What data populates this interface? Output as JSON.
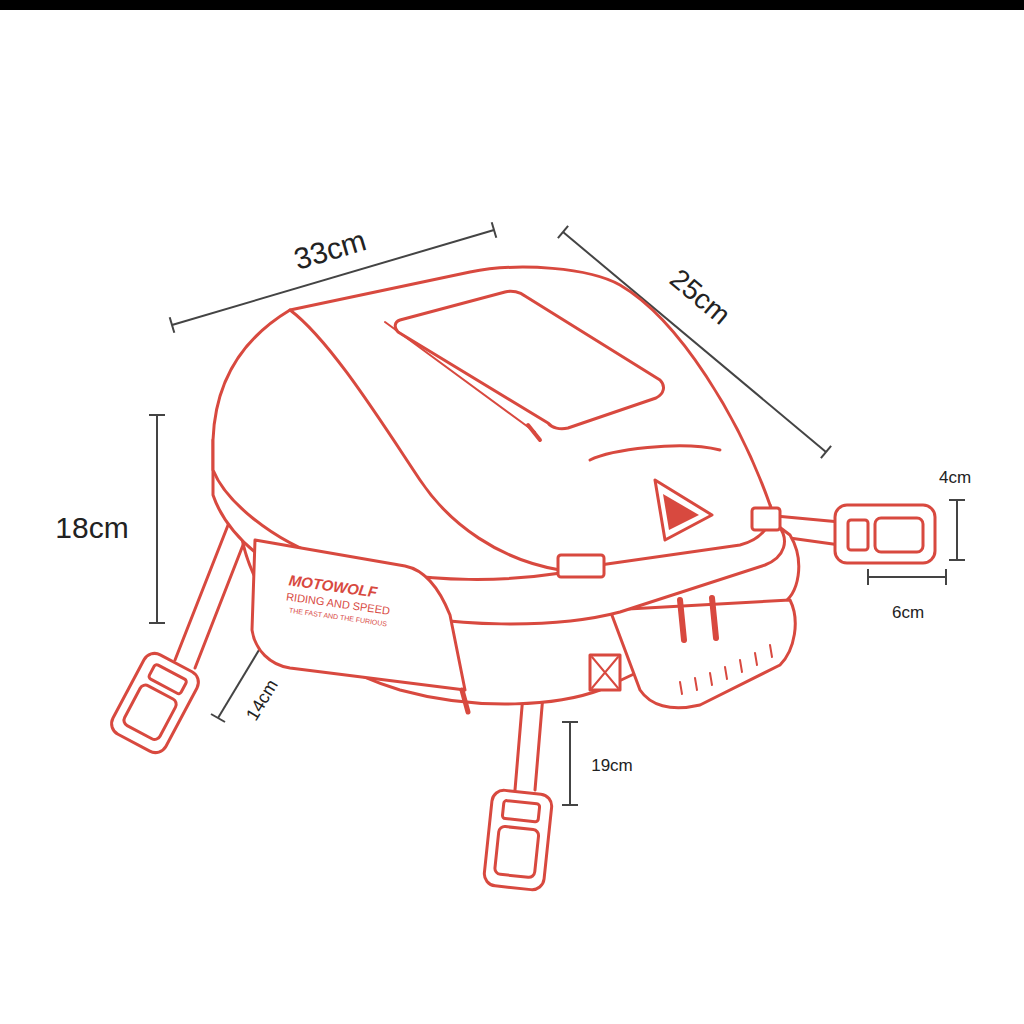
{
  "diagram": {
    "labels": [
      "33cm",
      "25cm",
      "18cm",
      "4cm",
      "6cm",
      "14cm",
      "19cm",
      "MOTOWOLF",
      "RIDING AND SPEED",
      "THE FAST AND THE FURIOUS"
    ]
  }
}
